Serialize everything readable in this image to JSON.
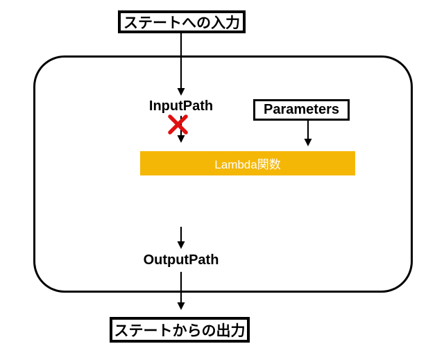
{
  "diagram": {
    "state_input_label": "ステートへの入力",
    "input_path_label": "InputPath",
    "parameters_label": "Parameters",
    "lambda_label": "Lambda関数",
    "output_path_label": "OutputPath",
    "state_output_label": "ステートからの出力"
  },
  "icons": {
    "red_x": "✖",
    "arrow_down": "↓"
  },
  "colors": {
    "lambda_bar": "#F5B705",
    "lambda_text": "#FFFFFF",
    "red_x": "#E01010",
    "outline": "#000000",
    "background": "#FFFFFF"
  }
}
